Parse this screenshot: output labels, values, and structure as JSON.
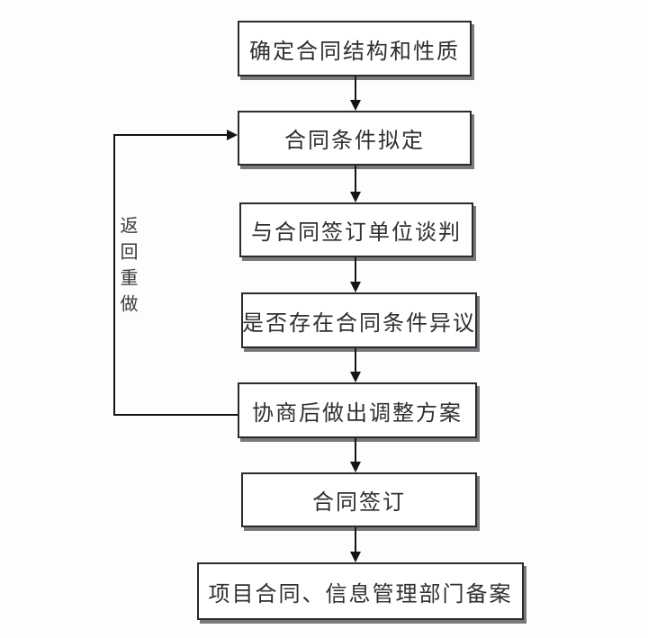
{
  "flowchart": {
    "title_semantic": "contract-signing-process-flowchart",
    "steps": [
      {
        "label": "确定合同结构和性质"
      },
      {
        "label": "合同条件拟定"
      },
      {
        "label": "与合同签订单位谈判"
      },
      {
        "label": "是否存在合同条件异议"
      },
      {
        "label": "协商后做出调整方案"
      },
      {
        "label": "合同签订"
      },
      {
        "label": "项目合同、信息管理部门备案"
      }
    ],
    "feedback_label": "返回重做",
    "colors": {
      "background": "#fffcfd",
      "box_fill": "#ffffff",
      "box_border": "#2b2b2b",
      "box_shadow": "#626266",
      "line": "#141414",
      "text": "#2f2f2f"
    }
  }
}
